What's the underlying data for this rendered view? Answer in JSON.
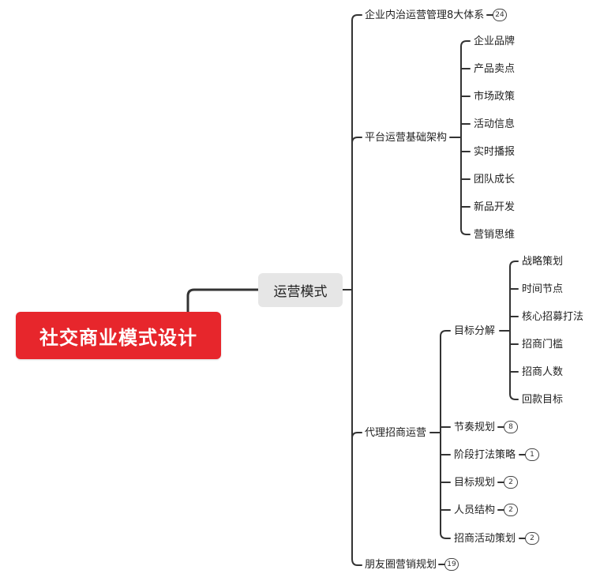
{
  "root": {
    "label": "社交商业模式设计"
  },
  "hub": {
    "label": "运营模式"
  },
  "branches": {
    "internal": {
      "label": "企业内治运营管理8大体系",
      "count": "24"
    },
    "platform": {
      "label": "平台运营基础架构",
      "children": [
        "企业品牌",
        "产品卖点",
        "市场政策",
        "活动信息",
        "实时播报",
        "团队成长",
        "新品开发",
        "营销思维"
      ]
    },
    "agent": {
      "label": "代理招商运营",
      "goal": {
        "label": "目标分解",
        "children": [
          "战略策划",
          "时间节点",
          "核心招募打法",
          "招商门槛",
          "招商人数",
          "回款目标"
        ]
      },
      "rhythm": {
        "label": "节奏规划",
        "count": "8"
      },
      "stage": {
        "label": "阶段打法策略",
        "count": "1"
      },
      "target": {
        "label": "目标规划",
        "count": "2"
      },
      "staff": {
        "label": "人员结构",
        "count": "2"
      },
      "activity": {
        "label": "招商活动策划",
        "count": "2"
      }
    },
    "moments": {
      "label": "朋友圈营销规划",
      "count": "19"
    }
  }
}
